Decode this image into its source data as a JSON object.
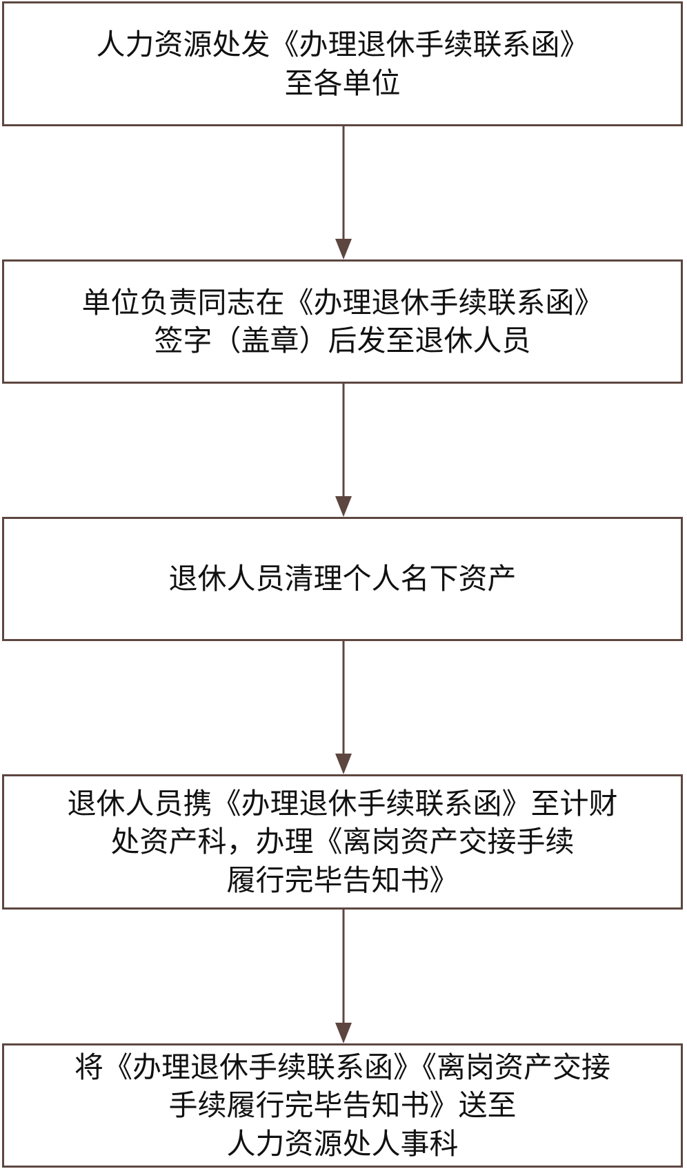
{
  "flowchart": {
    "steps": [
      {
        "text": "人力资源处发《办理退休手续联系函》\n至各单位"
      },
      {
        "text": "单位负责同志在《办理退休手续联系函》\n签字（盖章）后发至退休人员"
      },
      {
        "text": "退休人员清理个人名下资产"
      },
      {
        "text": "退休人员携《办理退休手续联系函》至计财\n处资产科，办理《离岗资产交接手续\n履行完毕告知书》"
      },
      {
        "text": "将《办理退休手续联系函》《离岗资产交接\n手续履行完毕告知书》送至\n人力资源处人事科"
      }
    ],
    "colors": {
      "border": "#5d4640",
      "connector": "#5d4640",
      "text": "#111111",
      "background": "#ffffff"
    }
  }
}
